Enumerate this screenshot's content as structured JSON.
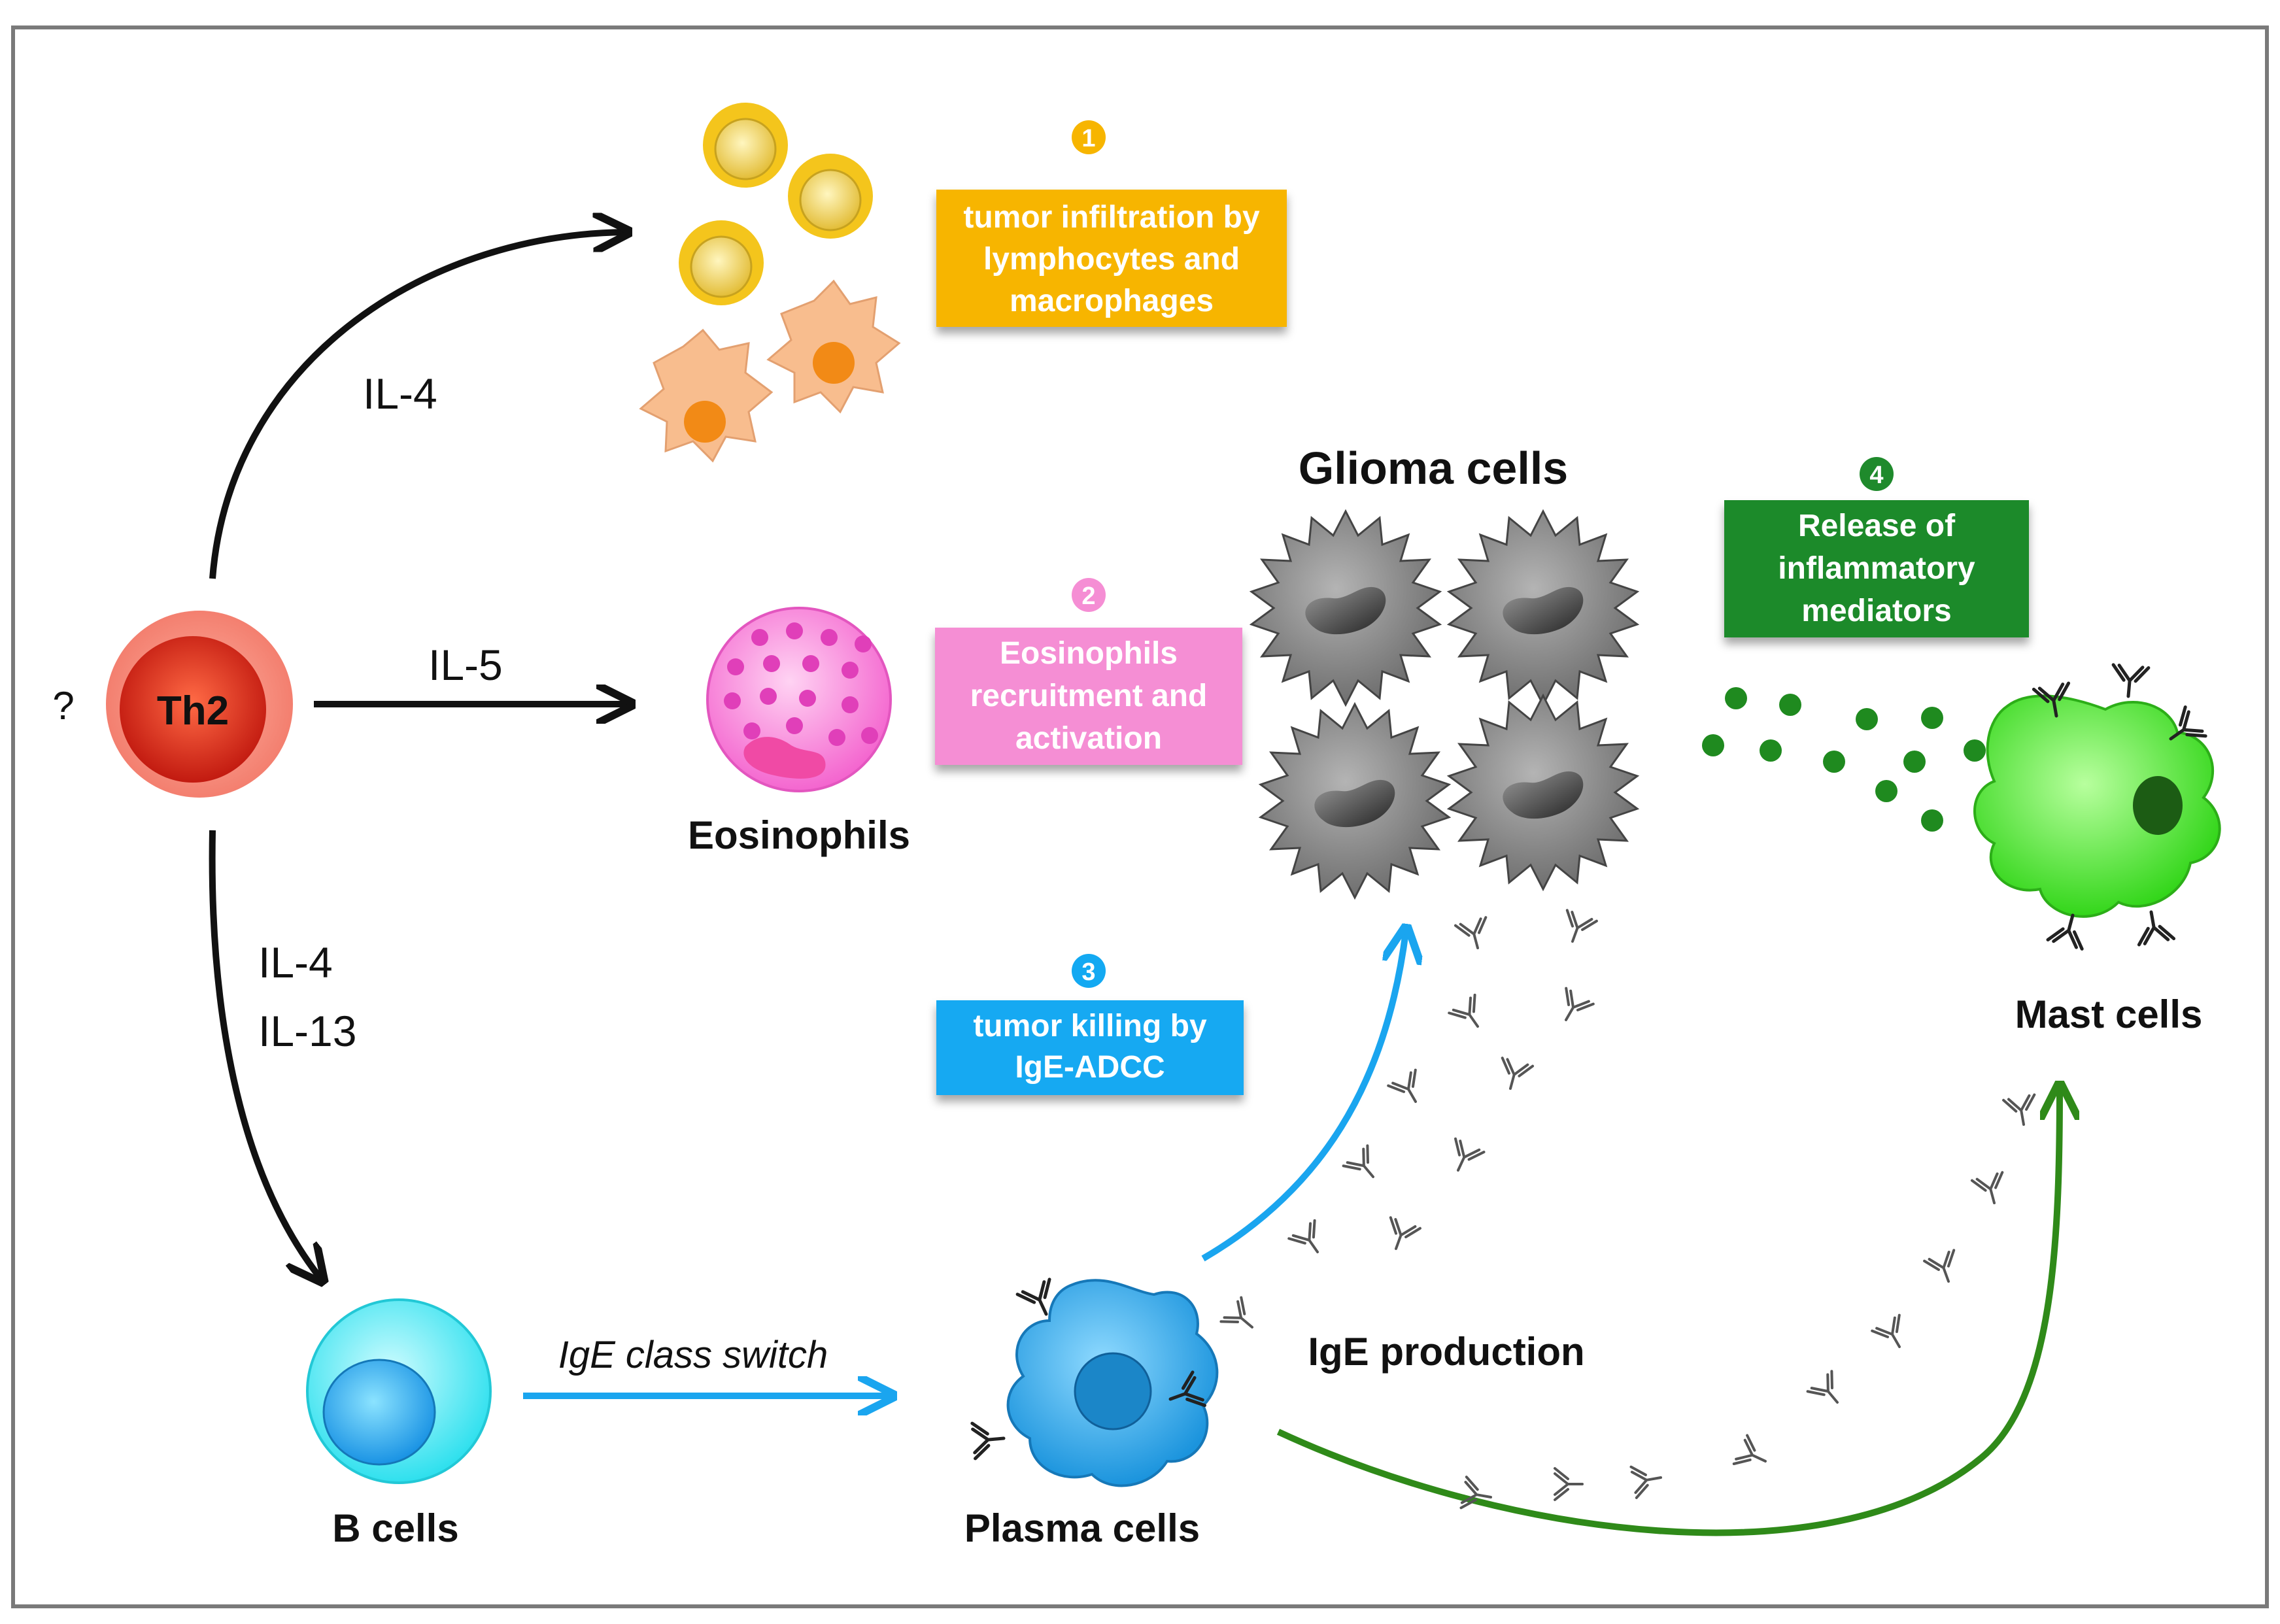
{
  "diagram": {
    "unknown_trigger": "?",
    "th2_label": "Th2",
    "cytokines": {
      "top": "IL-4",
      "middle": "IL-5",
      "bottom_1": "IL-4",
      "bottom_2": "IL-13"
    },
    "cells": {
      "eosinophils": "Eosinophils",
      "glioma": "Glioma cells",
      "mast": "Mast cells",
      "b_cells": "B cells",
      "plasma": "Plasma cells"
    },
    "processes": {
      "class_switch": "IgE class switch",
      "ige_production": "IgE production"
    },
    "steps": [
      {
        "number": "1",
        "lines": [
          "tumor infiltration by",
          "lymphocytes and",
          "macrophages"
        ],
        "color": "#f7b500"
      },
      {
        "number": "2",
        "lines": [
          "Eosinophils",
          "recruitment and",
          "activation"
        ],
        "color": "#f58ed4"
      },
      {
        "number": "3",
        "lines": [
          "tumor killing by",
          "IgE-ADCC"
        ],
        "color": "#13a9f2"
      },
      {
        "number": "4",
        "lines": [
          "Release of",
          "inflammatory",
          "mediators"
        ],
        "color": "#1f8a2c"
      }
    ],
    "colors": {
      "th2": "#e23a22",
      "lymphocyte": "#f2c01d",
      "macrophage": "#f8bd8e",
      "eosinophil": "#f77fd2",
      "glioma": "#8a8a8a",
      "b_cell": "#39e6f2",
      "plasma_cell": "#21a7e8",
      "mast_cell": "#46ea2a",
      "blue_arrow": "#1aa5ef",
      "green_arrow": "#2f8a19"
    }
  }
}
